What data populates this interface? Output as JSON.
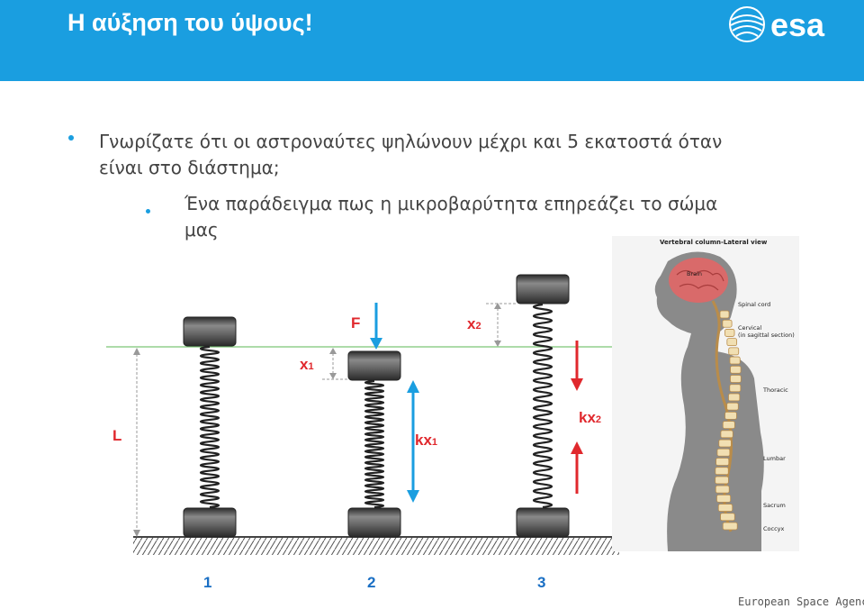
{
  "header": {
    "title": "Η αύξηση του ύψους!",
    "logo_text": "esa",
    "accent_color": "#1a9ee0"
  },
  "bullets": {
    "main": "Γνωρίζατε ότι οι αστροναύτες ψηλώνουν μέχρι και 5 εκατοστά όταν είναι στο διάστημα;",
    "sub": "Ένα παράδειγμα πως η μικροβαρύτητα επηρεάζει το σώμα μας"
  },
  "diagram": {
    "length_label": "L",
    "force_label": "F",
    "x1_label": "x",
    "x1_sub": "1",
    "x2_label": "x",
    "x2_sub": "2",
    "kx1_label": "kx",
    "kx1_sub": "1",
    "kx2_label": "kx",
    "kx2_sub": "2",
    "spring_numbers": [
      "1",
      "2",
      "3"
    ],
    "label_color": "#e0282d",
    "arrow_color_blue": "#1a9ee0",
    "arrow_color_red": "#e0282d"
  },
  "spine": {
    "title": "Vertebral column-Lateral view",
    "brain": "Brain",
    "spinal_cord": "Spinal cord",
    "cervical": "Cervical",
    "cervical_note": "(in sagittal section)",
    "thoracic": "Thoracic",
    "lumbar": "Lumbar",
    "sacrum": "Sacrum",
    "coccyx": "Coccyx"
  },
  "footer": {
    "org": "European Space Agency"
  }
}
